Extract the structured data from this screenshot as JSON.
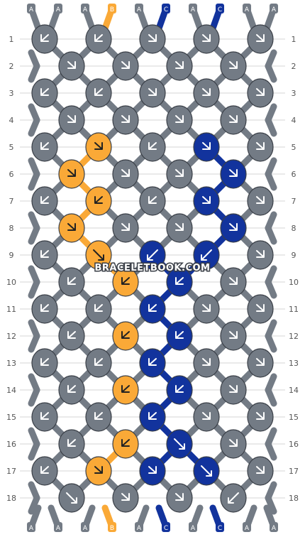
{
  "colors": {
    "A": "#737b85",
    "B": "#faa937",
    "C": "#12339d"
  },
  "thread_colors_top": [
    "A",
    "A",
    "A",
    "B",
    "A",
    "C",
    "A",
    "C",
    "A",
    "A"
  ],
  "thread_colors_bottom": [
    "A",
    "A",
    "A",
    "B",
    "A",
    "C",
    "A",
    "C",
    "A",
    "A"
  ],
  "row_labels": [
    "1",
    "2",
    "3",
    "4",
    "5",
    "6",
    "7",
    "8",
    "9",
    "10",
    "11",
    "12",
    "13",
    "14",
    "15",
    "16",
    "17",
    "18"
  ],
  "watermark": "BRACELETBOOK.COM",
  "knots": [
    [
      "A",
      "A",
      "C",
      "C",
      "A"
    ],
    [
      "B",
      "A",
      "C",
      "A"
    ],
    [
      "A",
      "B",
      "A",
      "C",
      "A"
    ],
    [
      "A",
      "A",
      "C",
      "A"
    ],
    [
      "A",
      "B",
      "A",
      "C",
      "A"
    ],
    [
      "B",
      "A",
      "A",
      "C"
    ],
    [
      "A",
      "B",
      "A",
      "C",
      "A"
    ],
    [
      "B",
      "A",
      "A",
      "C"
    ],
    [
      "A",
      "B",
      "C",
      "C",
      "A"
    ],
    [
      "A",
      "B",
      "C",
      "A"
    ],
    [
      "A",
      "A",
      "C",
      "A",
      "A"
    ],
    [
      "A",
      "B",
      "C",
      "A"
    ],
    [
      "A",
      "A",
      "C",
      "A",
      "A"
    ],
    [
      "A",
      "B",
      "C",
      "A"
    ],
    [
      "A",
      "A",
      "C",
      "A",
      "A"
    ],
    [
      "A",
      "B",
      "C",
      "A"
    ],
    [
      "A",
      "B",
      "C",
      "C",
      "A"
    ],
    [
      "A",
      "A",
      "A",
      "A"
    ]
  ],
  "knot_colors": [
    [
      "A",
      "A",
      "A",
      "A",
      "A"
    ],
    [
      "A",
      "A",
      "A",
      "A"
    ],
    [
      "A",
      "A",
      "A",
      "A",
      "A"
    ],
    [
      "A",
      "A",
      "A",
      "A"
    ],
    [
      "A",
      "B",
      "A",
      "C",
      "A"
    ],
    [
      "B",
      "A",
      "A",
      "C"
    ],
    [
      "A",
      "B",
      "A",
      "C",
      "A"
    ],
    [
      "B",
      "A",
      "A",
      "C"
    ],
    [
      "A",
      "B",
      "C",
      "C",
      "A"
    ],
    [
      "A",
      "B",
      "C",
      "A"
    ],
    [
      "A",
      "A",
      "C",
      "A",
      "A"
    ],
    [
      "A",
      "B",
      "C",
      "A"
    ],
    [
      "A",
      "A",
      "C",
      "A",
      "A"
    ],
    [
      "A",
      "B",
      "C",
      "A"
    ],
    [
      "A",
      "A",
      "C",
      "A",
      "A"
    ],
    [
      "A",
      "B",
      "C",
      "A"
    ],
    [
      "A",
      "B",
      "C",
      "C",
      "A"
    ],
    [
      "A",
      "A",
      "A",
      "A"
    ]
  ],
  "knot_arrows": [
    [
      "R",
      "R",
      "L",
      "L",
      "L"
    ],
    [
      "L",
      "L",
      "L",
      "L"
    ],
    [
      "R",
      "R",
      "L",
      "L",
      "L"
    ],
    [
      "L",
      "L",
      "L",
      "L"
    ],
    [
      "R",
      "L",
      "R",
      "L",
      "L"
    ],
    [
      "L",
      "L",
      "L",
      "L"
    ],
    [
      "R",
      "R",
      "R",
      "L",
      "L"
    ],
    [
      "L",
      "L",
      "L",
      "L"
    ],
    [
      "R",
      "r",
      "l",
      "l",
      "L"
    ],
    [
      "R",
      "R",
      "R",
      "L"
    ],
    [
      "R",
      "R",
      "R",
      "L",
      "L"
    ],
    [
      "R",
      "R",
      "R",
      "L"
    ],
    [
      "R",
      "R",
      "R",
      "L",
      "L"
    ],
    [
      "R",
      "R",
      "R",
      "L"
    ],
    [
      "R",
      "R",
      "R",
      "L",
      "L"
    ],
    [
      "R",
      "R",
      "r",
      "L"
    ],
    [
      "R",
      "L",
      "L",
      "r",
      "L"
    ],
    [
      "r",
      "L",
      "L",
      "l"
    ]
  ]
}
